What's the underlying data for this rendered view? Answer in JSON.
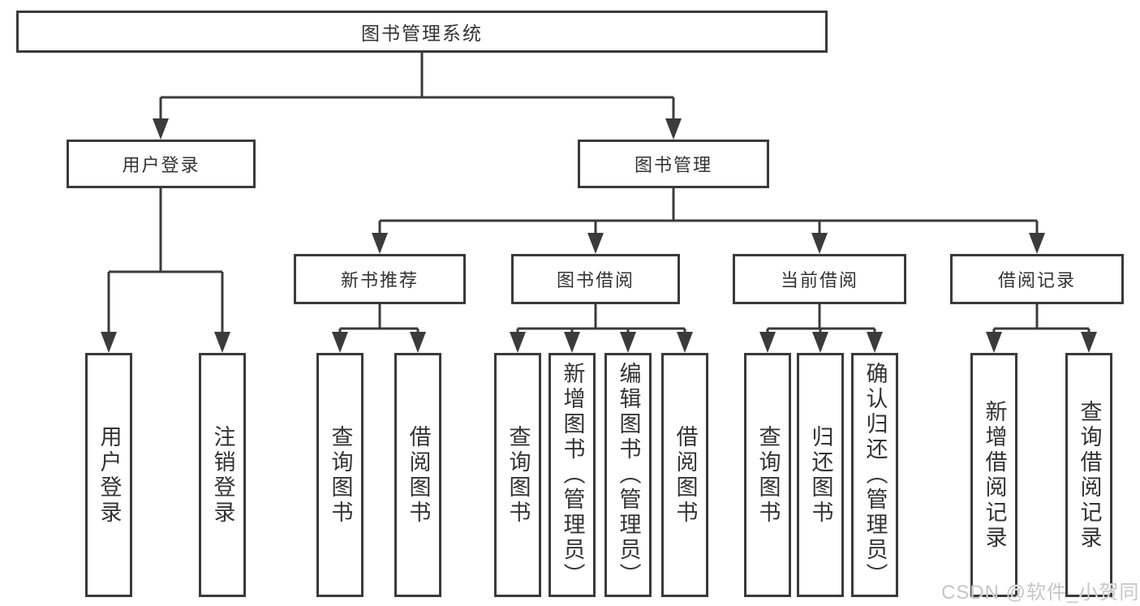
{
  "diagram": {
    "root": {
      "label": "图书管理系统"
    },
    "branches": [
      {
        "label": "用户登录",
        "children": [
          {
            "label": "用户登录"
          },
          {
            "label": "注销登录"
          }
        ]
      },
      {
        "label": "图书管理",
        "children": [
          {
            "label": "新书推荐",
            "children": [
              {
                "label": "查询图书"
              },
              {
                "label": "借阅图书"
              }
            ]
          },
          {
            "label": "图书借阅",
            "children": [
              {
                "label": "查询图书"
              },
              {
                "label": "新增图书（管理员）"
              },
              {
                "label": "编辑图书（管理员）"
              },
              {
                "label": "借阅图书"
              }
            ]
          },
          {
            "label": "当前借阅",
            "children": [
              {
                "label": "查询图书"
              },
              {
                "label": "归还图书"
              },
              {
                "label": "确认归还（管理员）"
              }
            ]
          },
          {
            "label": "借阅记录",
            "children": [
              {
                "label": "新增借阅记录"
              },
              {
                "label": "查询借阅记录"
              }
            ]
          }
        ]
      }
    ],
    "watermark": {
      "text": "CSDN @软件_小贺同学"
    },
    "colors": {
      "line": "#3b3b3b",
      "border": "#3a3a3a",
      "text": "#333333",
      "background": "#ffffff",
      "watermark": "#c6c6c6"
    }
  }
}
